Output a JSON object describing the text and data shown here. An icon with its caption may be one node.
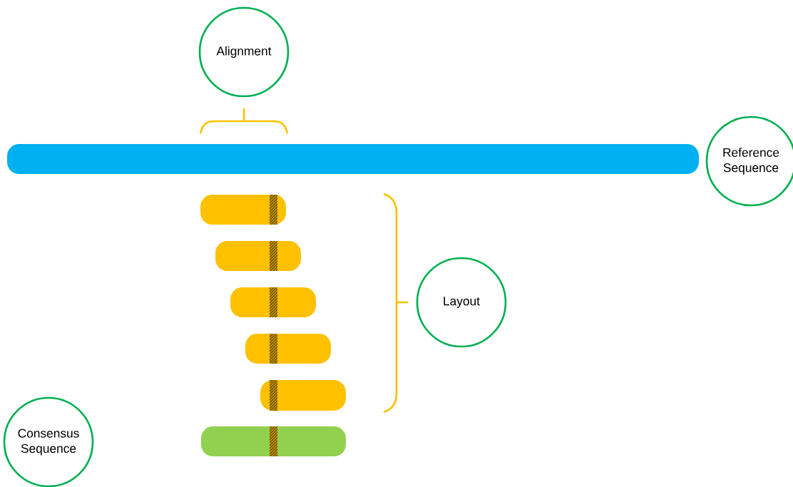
{
  "diagram": {
    "nodes": [
      {
        "text": [
          "Alignment"
        ]
      },
      {
        "text": [],
        "shape": "bar"
      },
      {
        "text": [
          "Reference Sequence"
        ]
      },
      {
        "text": [],
        "shape": "bar"
      },
      {
        "text": [],
        "shape": "bar"
      },
      {
        "text": [],
        "shape": "bar"
      },
      {
        "text": [],
        "shape": "bar"
      },
      {
        "text": [],
        "shape": "bar"
      },
      {
        "text": [
          "Layout"
        ]
      },
      {
        "text": [
          "Consensus Sequence"
        ]
      },
      {
        "text": [],
        "shape": "bar"
      }
    ]
  }
}
